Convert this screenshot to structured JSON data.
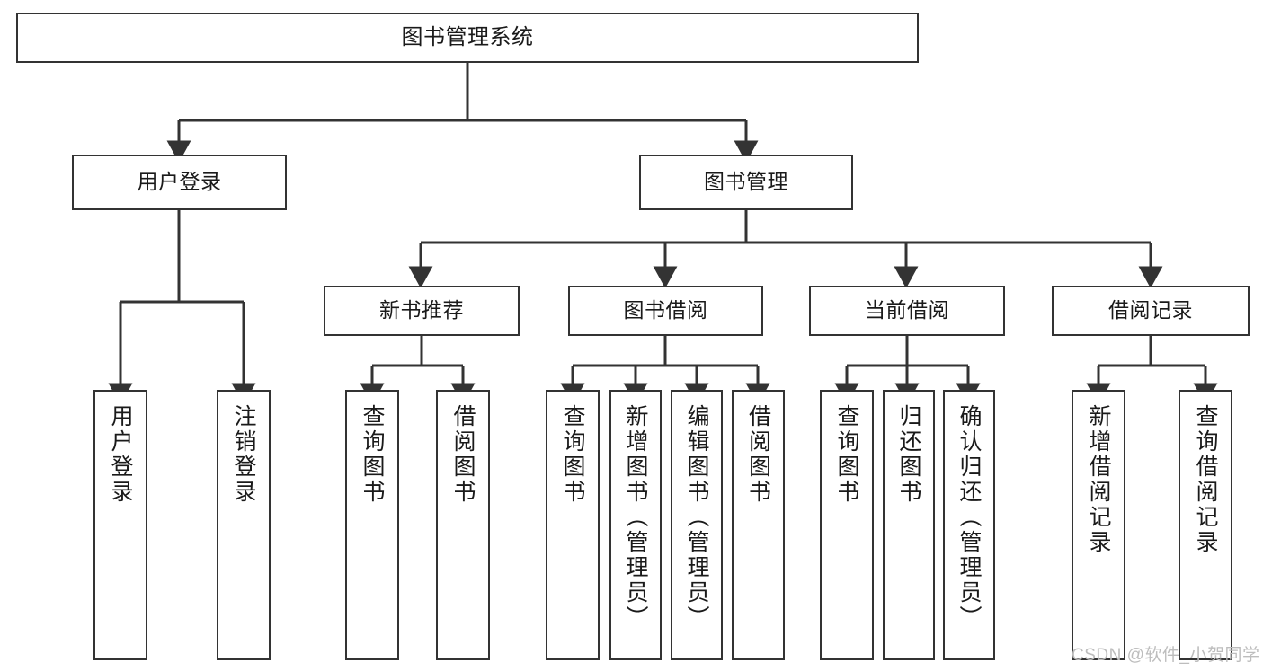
{
  "diagram": {
    "title": "图书管理系统",
    "type": "tree-hierarchy",
    "orientation": "top-down",
    "colors": {
      "box_border": "#333333",
      "box_fill": "#ffffff",
      "connector": "#333333",
      "text": "#1a1a1a",
      "watermark": "#bdbdbd",
      "background": "#ffffff"
    },
    "levels": {
      "root": {
        "label": "图书管理系统"
      },
      "level2": [
        {
          "label": "用户登录"
        },
        {
          "label": "图书管理"
        }
      ],
      "level3": [
        {
          "label": "新书推荐"
        },
        {
          "label": "图书借阅"
        },
        {
          "label": "当前借阅"
        },
        {
          "label": "借阅记录"
        }
      ],
      "leaves": {
        "user_login": [
          {
            "label": "用户登录"
          },
          {
            "label": "注销登录"
          }
        ],
        "new_book_recommend": [
          {
            "label": "查询图书"
          },
          {
            "label": "借阅图书"
          }
        ],
        "book_borrow": [
          {
            "label": "查询图书"
          },
          {
            "label": "新增图书（管理员）"
          },
          {
            "label": "编辑图书（管理员）"
          },
          {
            "label": "借阅图书"
          }
        ],
        "current_borrow": [
          {
            "label": "查询图书"
          },
          {
            "label": "归还图书"
          },
          {
            "label": "确认归还（管理员）"
          }
        ],
        "borrow_records": [
          {
            "label": "新增借阅记录"
          },
          {
            "label": "查询借阅记录"
          }
        ]
      }
    },
    "watermark": "CSDN @软件_小贺同学"
  }
}
